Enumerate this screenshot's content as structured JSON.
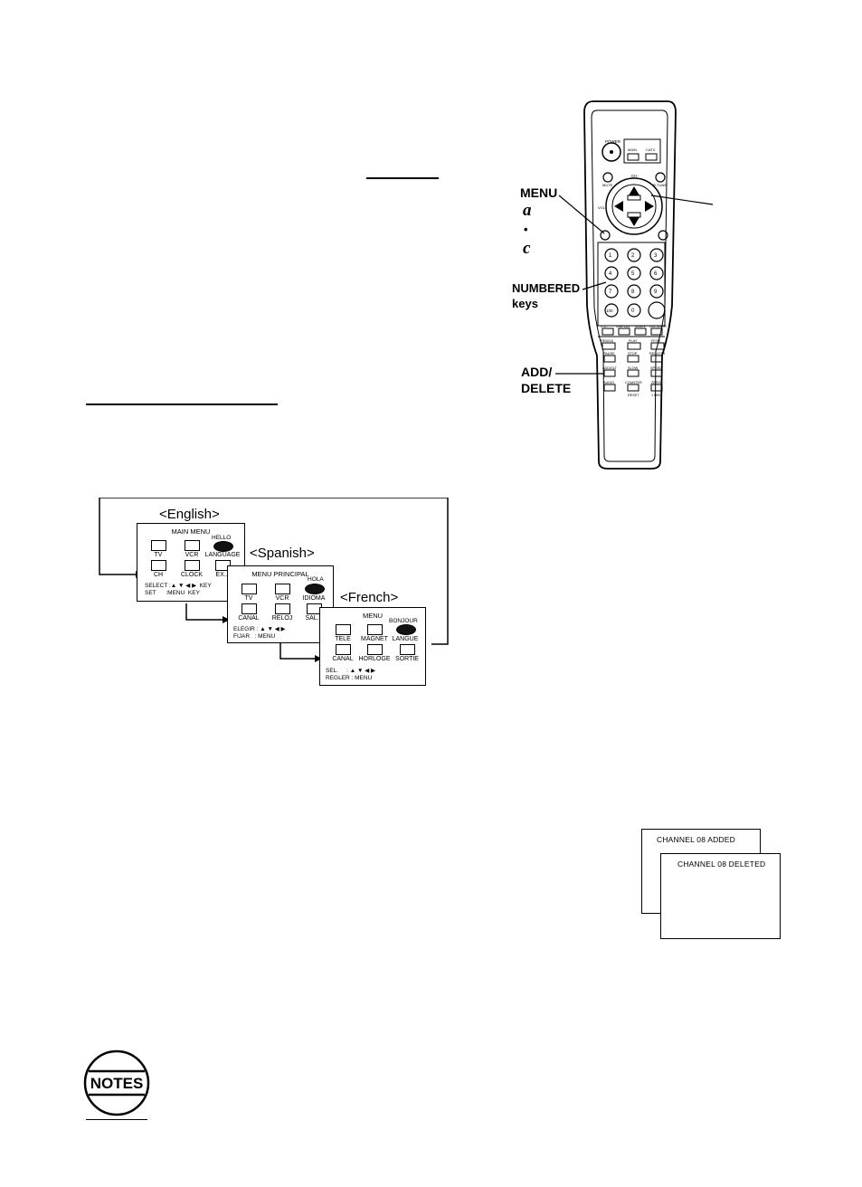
{
  "remote": {
    "labels": {
      "menu": "MENU",
      "bullet_a": "a",
      "bullet_dot": "•",
      "bullet_c": "c",
      "numbered_1": "NUMBERED",
      "numbered_2": "keys",
      "add_1": "ADD/",
      "add_2": "DELETE"
    },
    "buttons": {
      "power": "POWER",
      "main": "MAIN",
      "catv": "CATV",
      "ch": "CH",
      "mute": "MUTE",
      "rtune": "R-TUNE",
      "vol": "VOL",
      "digits": [
        "1",
        "2",
        "3",
        "4",
        "5",
        "6",
        "7",
        "8",
        "9",
        "100",
        "0"
      ],
      "cc": "C.C.",
      "display": "DISPLAY",
      "sleep": "SLEEP",
      "ontimer": "ON-TIMER",
      "rew": "REW/10",
      "play": "PLAY",
      "ff": "FF/34",
      "pause": "PAUSE",
      "stop": "STOP",
      "rec": "REC/OTR",
      "adddlt": "ADD/DLT",
      "slow": "SLOW",
      "speed": "SPEED",
      "audio": "AUDIO",
      "counter": "COUNTER",
      "reset": "RESET",
      "zero": "ZERO",
      "tmin": "1 MIN"
    }
  },
  "diagram": {
    "english": {
      "lang": "<English>",
      "title": "MAIN MENU",
      "hello": "HELLO",
      "icons": [
        "TV",
        "VCR",
        "LANGUAGE",
        "CH",
        "CLOCK",
        "EX..."
      ],
      "select": "SELECT :▲ ▼ ◀ ▶  KEY",
      "set": "SET      :MENU  KEY"
    },
    "spanish": {
      "lang": "<Spanish>",
      "title": "MENU PRINCIPAL",
      "hello": "HOLA",
      "icons": [
        "TV",
        "VCR",
        "IDIOMA",
        "CANAL",
        "RELOJ",
        "SAL..."
      ],
      "select": "ELEGIR : ▲ ▼ ◀ ▶",
      "set": "FIJAR   : MENU"
    },
    "french": {
      "lang": "<French>",
      "title": "MENU",
      "hello": "BONJOUR",
      "icons": [
        "TELE",
        "MAGNET",
        "LANGUE",
        "CANAL",
        "HORLOGE",
        "SORTIE"
      ],
      "select": "SEL.     : ▲ ▼ ◀ ▶",
      "set": "REGLER : MENU"
    }
  },
  "messages": {
    "added": "CHANNEL  08  ADDED",
    "deleted": "CHANNEL  08  DELETED"
  },
  "notes": {
    "badge": "NOTES"
  }
}
